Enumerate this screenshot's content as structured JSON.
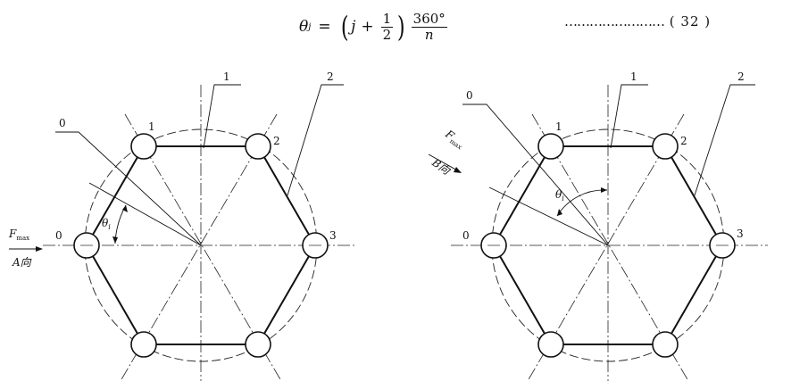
{
  "equation": {
    "theta": "θ",
    "sub": "j",
    "equals": "=",
    "paren_open": "(",
    "j": "j",
    "plus": "+",
    "half_num": "1",
    "half_den": "2",
    "paren_close": ")",
    "deg_num": "360°",
    "deg_den": "n",
    "dots": "……………………",
    "number": "( 32 )"
  },
  "left_diagram": {
    "bolt_labels": [
      "0",
      "1",
      "2",
      "3"
    ],
    "leader_labels": [
      "0",
      "1",
      "2"
    ],
    "angle_label": "θ",
    "angle_sub": "i",
    "force_label": "F",
    "force_sub": "max",
    "direction_label": "A向"
  },
  "right_diagram": {
    "bolt_labels": [
      "0",
      "1",
      "2",
      "3"
    ],
    "leader_labels": [
      "0",
      "1",
      "2"
    ],
    "angle_label": "θ",
    "angle_sub": "i",
    "force_label": "F",
    "force_sub": "max",
    "direction_label": "B向"
  }
}
